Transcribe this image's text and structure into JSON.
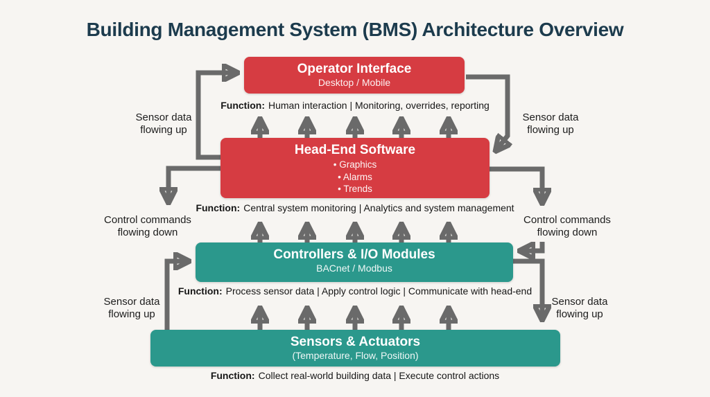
{
  "title": "Building Management System (BMS) Architecture Overview",
  "colors": {
    "box_red": "#d63c42",
    "box_teal": "#2b988c",
    "arrow_gray": "#6a6a6a",
    "title_ink": "#1c3b4d",
    "text_dark": "#161616",
    "background": "#f7f5f2"
  },
  "layers": [
    {
      "name": "Operator Interface",
      "subtitle": "Desktop / Mobile",
      "function_label": "Function:",
      "function_text": "Human interaction | Monitoring, overrides, reporting"
    },
    {
      "name": "Head-End Software",
      "bullets": [
        "Graphics",
        "Alarms",
        "Trends"
      ],
      "function_label": "Function:",
      "function_text": "Central system monitoring | Analytics and system management"
    },
    {
      "name": "Controllers & I/O Modules",
      "subtitle": "BACnet / Modbus",
      "function_label": "Function:",
      "function_text": "Process sensor data | Apply control logic | Communicate with head-end"
    },
    {
      "name": "Sensors & Actuators",
      "subtitle": "(Temperature, Flow, Position)",
      "function_label": "Function:",
      "function_text": "Collect real-world building data | Execute control actions"
    }
  ],
  "side_labels": {
    "left_top": "Sensor data\nflowing up",
    "left_middle": "Control commands\nflowing down",
    "left_bottom": "Sensor data\nflowing up",
    "right_top": "Sensor data\nflowing up",
    "right_middle": "Control commands\nflowing down",
    "right_bottom": "Sensor data\nflowing up"
  }
}
